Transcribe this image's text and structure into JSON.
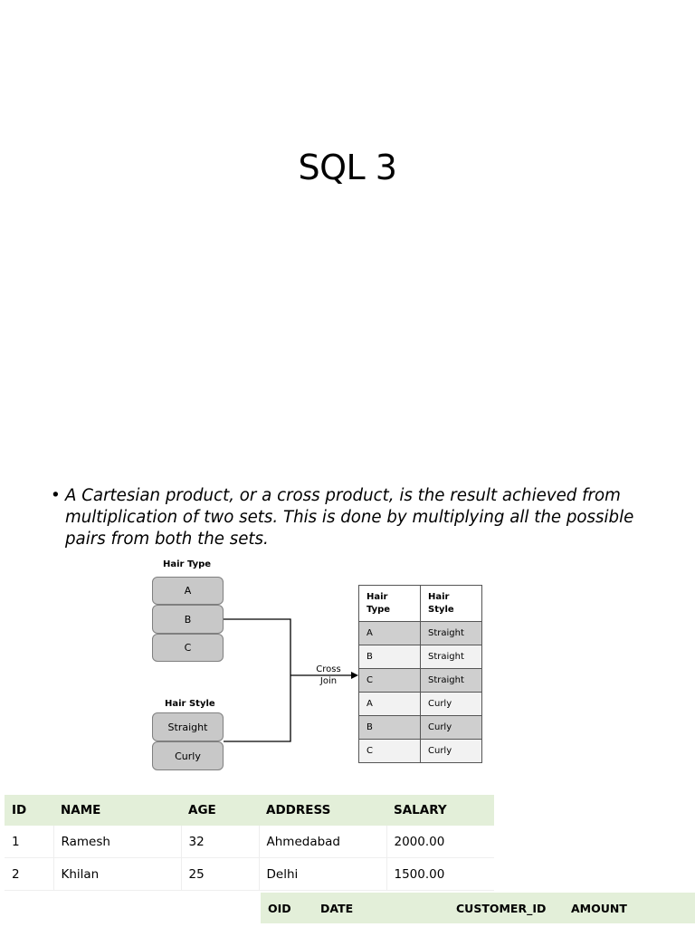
{
  "slide": {
    "title": "SQL 3",
    "bullet": "A Cartesian product, or a cross product, is the result achieved from multiplication of two sets. This is done by multiplying all the possible pairs from both the sets."
  },
  "diagram": {
    "hair_type_title": "Hair Type",
    "hair_types": [
      "A",
      "B",
      "C"
    ],
    "hair_style_title": "Hair Style",
    "hair_styles": [
      "Straight",
      "Curly"
    ],
    "cross_join_label_1": "Cross",
    "cross_join_label_2": "Join",
    "result_headers": [
      "Hair Type",
      "Hair Style"
    ],
    "result_rows": [
      [
        "A",
        "Straight"
      ],
      [
        "B",
        "Straight"
      ],
      [
        "C",
        "Straight"
      ],
      [
        "A",
        "Curly"
      ],
      [
        "B",
        "Curly"
      ],
      [
        "C",
        "Curly"
      ]
    ]
  },
  "customers_table": {
    "headers": [
      "ID",
      "NAME",
      "AGE",
      "ADDRESS",
      "SALARY"
    ],
    "rows": [
      [
        "1",
        "Ramesh",
        "32",
        "Ahmedabad",
        "2000.00"
      ],
      [
        "2",
        "Khilan",
        "25",
        "Delhi",
        "1500.00"
      ]
    ]
  },
  "orders_table": {
    "headers": [
      "OID",
      "DATE",
      "CUSTOMER_ID",
      "AMOUNT"
    ]
  }
}
